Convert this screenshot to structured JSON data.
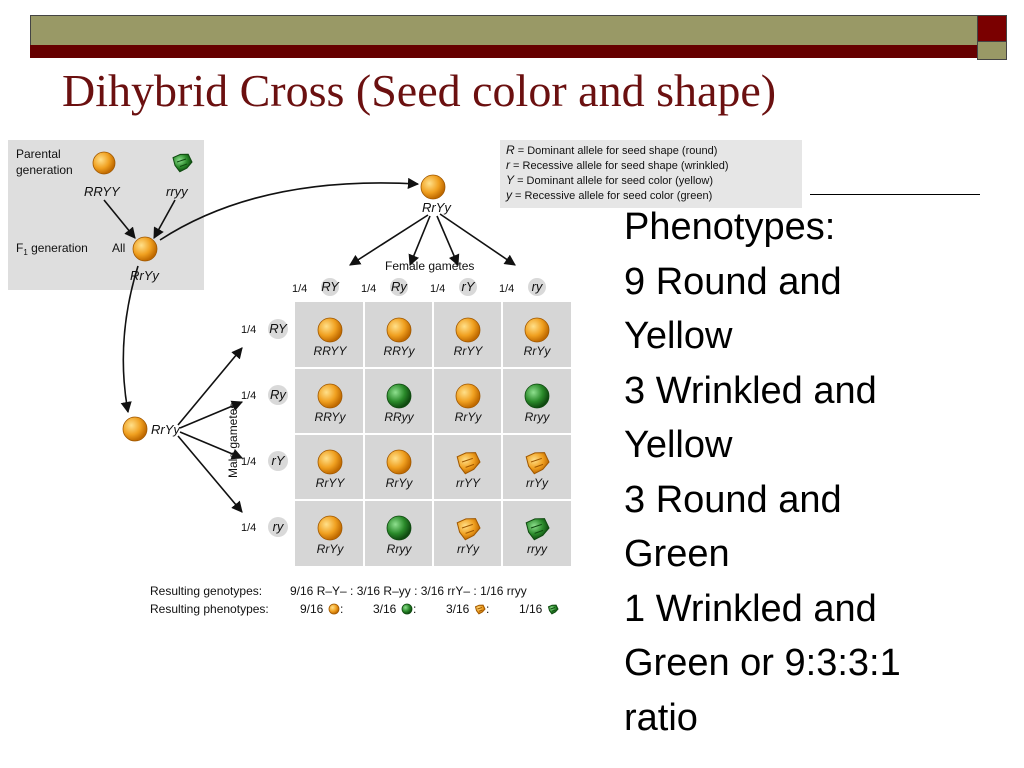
{
  "title": "Dihybrid Cross (Seed color and shape)",
  "colors": {
    "title": "#6b1010",
    "bar_olive": "#999966",
    "bar_red": "#660000",
    "yellow_seed": "#f0a020",
    "green_seed": "#2a8a2a",
    "box_gray": "#dedede"
  },
  "phenotypes_lines": [
    "Phenotypes:",
    "9 Round and",
    "Yellow",
    "3 Wrinkled and",
    "Yellow",
    "3 Round and",
    "Green",
    "1 Wrinkled and",
    "Green or 9:3:3:1",
    "ratio"
  ],
  "legend": [
    {
      "sym": "R",
      "text": " = Dominant allele for seed shape (round)"
    },
    {
      "sym": "r",
      "text": " = Recessive allele for seed shape (wrinkled)"
    },
    {
      "sym": "Y",
      "text": " = Dominant allele for seed color (yellow)"
    },
    {
      "sym": "y",
      "text": " = Recessive allele for seed color (green)"
    }
  ],
  "parental": {
    "label1": "Parental",
    "label2": "generation",
    "p1_genotype": "RRYY",
    "p2_genotype": "rryy"
  },
  "f1": {
    "label": "F",
    "sub": "1",
    "label_rest": " generation",
    "all": "All",
    "genotype": "RrYy"
  },
  "top_genotype": "RrYy",
  "left_genotype": "RrYy",
  "female_gametes_label": "Female gametes",
  "male_gametes_label": "Male gametes",
  "female_gametes": [
    {
      "frac": "1/4",
      "allele": "RY"
    },
    {
      "frac": "1/4",
      "allele": "Ry"
    },
    {
      "frac": "1/4",
      "allele": "rY"
    },
    {
      "frac": "1/4",
      "allele": "ry"
    }
  ],
  "male_gametes": [
    {
      "frac": "1/4",
      "allele": "RY"
    },
    {
      "frac": "1/4",
      "allele": "Ry"
    },
    {
      "frac": "1/4",
      "allele": "rY"
    },
    {
      "frac": "1/4",
      "allele": "ry"
    }
  ],
  "punnett": [
    [
      {
        "g": "RRYY",
        "color": "yellow",
        "shape": "round"
      },
      {
        "g": "RRYy",
        "color": "yellow",
        "shape": "round"
      },
      {
        "g": "RrYY",
        "color": "yellow",
        "shape": "round"
      },
      {
        "g": "RrYy",
        "color": "yellow",
        "shape": "round"
      }
    ],
    [
      {
        "g": "RRYy",
        "color": "yellow",
        "shape": "round"
      },
      {
        "g": "RRyy",
        "color": "green",
        "shape": "round"
      },
      {
        "g": "RrYy",
        "color": "yellow",
        "shape": "round"
      },
      {
        "g": "Rryy",
        "color": "green",
        "shape": "round"
      }
    ],
    [
      {
        "g": "RrYY",
        "color": "yellow",
        "shape": "round"
      },
      {
        "g": "RrYy",
        "color": "yellow",
        "shape": "round"
      },
      {
        "g": "rrYY",
        "color": "yellow",
        "shape": "wrinkled"
      },
      {
        "g": "rrYy",
        "color": "yellow",
        "shape": "wrinkled"
      }
    ],
    [
      {
        "g": "RrYy",
        "color": "yellow",
        "shape": "round"
      },
      {
        "g": "Rryy",
        "color": "green",
        "shape": "round"
      },
      {
        "g": "rrYy",
        "color": "yellow",
        "shape": "wrinkled"
      },
      {
        "g": "rryy",
        "color": "green",
        "shape": "wrinkled"
      }
    ]
  ],
  "results": {
    "genotypes_label": "Resulting genotypes:",
    "genotypes": "9/16 R–Y– : 3/16 R–yy : 3/16 rrY– : 1/16 rryy",
    "phenotypes_label": "Resulting phenotypes:",
    "phenotypes": [
      {
        "frac": "9/16",
        "sep": " : ",
        "color": "yellow",
        "shape": "round"
      },
      {
        "frac": "3/16",
        "sep": " : ",
        "color": "green",
        "shape": "round"
      },
      {
        "frac": "3/16",
        "sep": " : ",
        "color": "yellow",
        "shape": "wrinkled"
      },
      {
        "frac": "1/16",
        "sep": "",
        "color": "green",
        "shape": "wrinkled"
      }
    ]
  }
}
